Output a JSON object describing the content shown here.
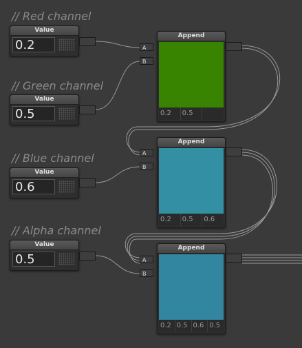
{
  "comments": {
    "red": "// Red channel",
    "green": "// Green channel",
    "blue": "// Blue channel",
    "alpha": "// Alpha channel"
  },
  "value_nodes": [
    {
      "title": "Value",
      "value": "0.2"
    },
    {
      "title": "Value",
      "value": "0.5"
    },
    {
      "title": "Value",
      "value": "0.6"
    },
    {
      "title": "Value",
      "value": "0.5"
    }
  ],
  "append_nodes": [
    {
      "title": "Append",
      "preview_color": "#388300",
      "channels": [
        "0.2",
        "0.5"
      ]
    },
    {
      "title": "Append",
      "preview_color": "#3390a4",
      "channels": [
        "0.2",
        "0.5",
        "0.6"
      ]
    },
    {
      "title": "Append",
      "preview_color": "#3386a0",
      "channels": [
        "0.2",
        "0.5",
        "0.6",
        "0.5"
      ]
    }
  ],
  "ports": {
    "a": "A",
    "b": "B"
  },
  "colors": {
    "background": "#3a3a3a",
    "node_body": "#2e2e2e",
    "wire": "#9a9a9a"
  }
}
